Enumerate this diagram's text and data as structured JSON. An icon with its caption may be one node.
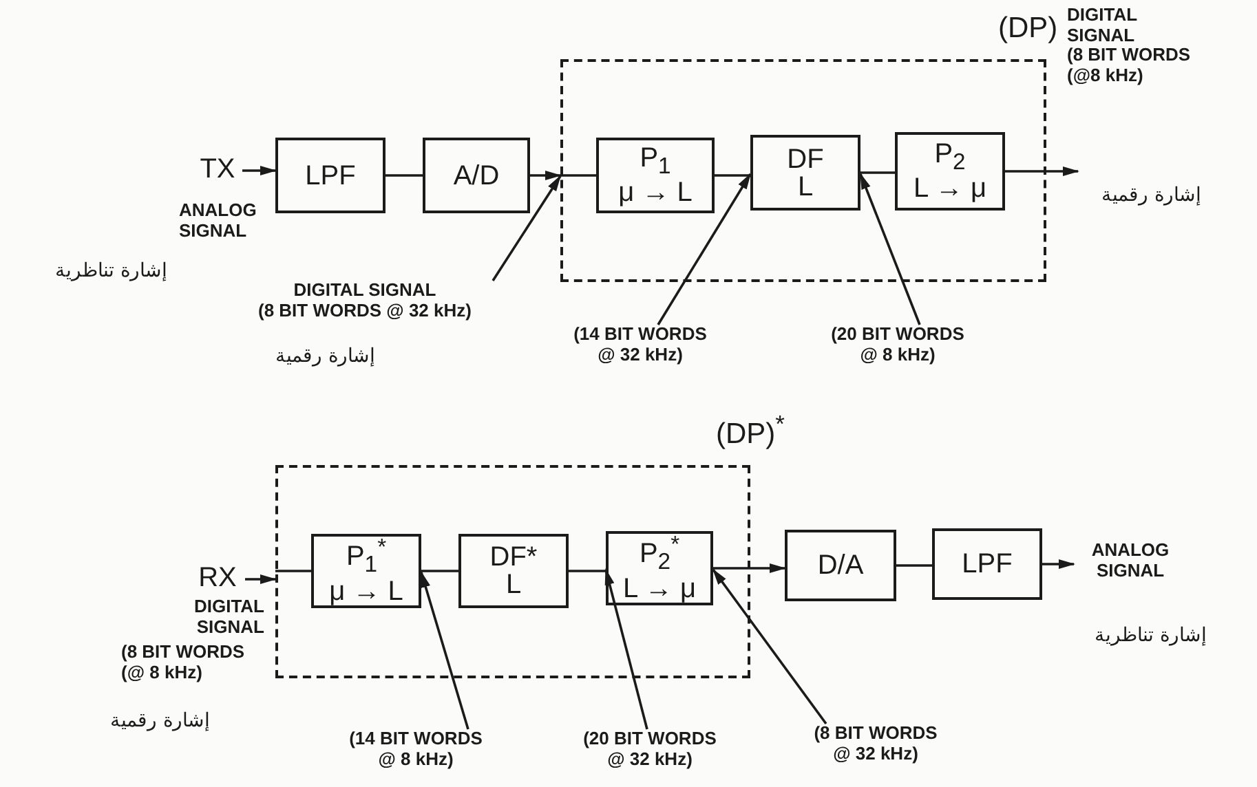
{
  "diagram": {
    "nodes": [
      {
        "text": [
          "TX"
        ],
        "beside": [
          "ANALOG SIGNAL",
          "إشارة تناظرية"
        ]
      },
      {
        "text": [
          "LPF"
        ]
      },
      {
        "text": [
          "A/D"
        ]
      },
      {
        "text": [
          "(DP)"
        ]
      },
      {
        "text": [
          "P$_{1}$",
          "μ → L"
        ],
        "in": 3
      },
      {
        "text": [
          "DF",
          "L"
        ],
        "in": 3
      },
      {
        "text": [
          "P$_{2}$",
          "L → μ"
        ],
        "in": 3
      },
      {
        "text": [
          "DIGITAL SIGNAL",
          "(8 BIT WORDS @ 32 kHz)"
        ],
        "beside": [
          "إشارة رقمية"
        ]
      },
      {
        "text": [
          "(14 BIT WORDS @ 32 kHz)"
        ]
      },
      {
        "text": [
          "(20 BIT WORDS @ 8 kHz)"
        ]
      },
      {
        "text": [
          "RX"
        ],
        "beside": [
          "DIGITAL SIGNAL",
          "(8 BIT WORDS (@ 8 kHz)",
          "إشارة رقمية"
        ]
      },
      {
        "text": [
          "(DP)$^{*}$"
        ]
      },
      {
        "text": [
          "P$_{1}$$^{*}$",
          "μ → L"
        ],
        "in": 11
      },
      {
        "text": [
          "DF*",
          "L"
        ],
        "in": 11
      },
      {
        "text": [
          "P$_{2}$$^{*}$",
          "L → μ"
        ],
        "in": 11
      },
      {
        "text": [
          "D/A"
        ]
      },
      {
        "text": [
          "LPF"
        ]
      },
      {
        "text": [
          "ANALOG SIGNAL"
        ],
        "beside": [
          "إشارة تناظرية"
        ]
      },
      {
        "text": [
          "(14 BIT WORDS @ 8 kHz)"
        ]
      },
      {
        "text": [
          "(20 BIT WORDS @ 32 kHz)"
        ]
      },
      {
        "text": [
          "(8 BIT WORDS @ 32 kHz)"
        ]
      }
    ],
    "edges": [
      {
        "from": 0,
        "to": 1,
        "arrow": "to"
      },
      {
        "from": 1,
        "to": 2,
        "arrow": "none"
      },
      {
        "from": 2,
        "to": 3,
        "arrow": "to"
      },
      {
        "from": 3,
        "to": 4,
        "arrow": "none"
      },
      {
        "from": 4,
        "to": 5,
        "arrow": "none"
      },
      {
        "from": 5,
        "to": 6,
        "arrow": "none"
      },
      {
        "from": 6,
        "to": null,
        "arrow": "to"
      },
      {
        "from": 7,
        "to": 3,
        "arrow": "to"
      },
      {
        "from": 8,
        "to": 5,
        "arrow": "to"
      },
      {
        "from": 9,
        "to": 5,
        "arrow": "to"
      },
      {
        "from": 10,
        "to": 11,
        "arrow": "to"
      },
      {
        "from": 11,
        "to": 12,
        "arrow": "none"
      },
      {
        "from": 12,
        "to": 13,
        "arrow": "none"
      },
      {
        "from": 13,
        "to": 14,
        "arrow": "none"
      },
      {
        "from": 14,
        "to": 15,
        "arrow": "to"
      },
      {
        "from": 15,
        "to": 16,
        "arrow": "none"
      },
      {
        "from": 16,
        "to": 17,
        "arrow": "to"
      },
      {
        "from": 18,
        "to": 12,
        "arrow": "to"
      },
      {
        "from": 19,
        "to": 14,
        "arrow": "to"
      },
      {
        "from": 20,
        "to": 14,
        "arrow": "to"
      }
    ],
    "labels": [
      "DIGITAL SIGNAL",
      "(8 BIT WORDS (@8 kHz)",
      "إشارة رقمية"
    ]
  }
}
